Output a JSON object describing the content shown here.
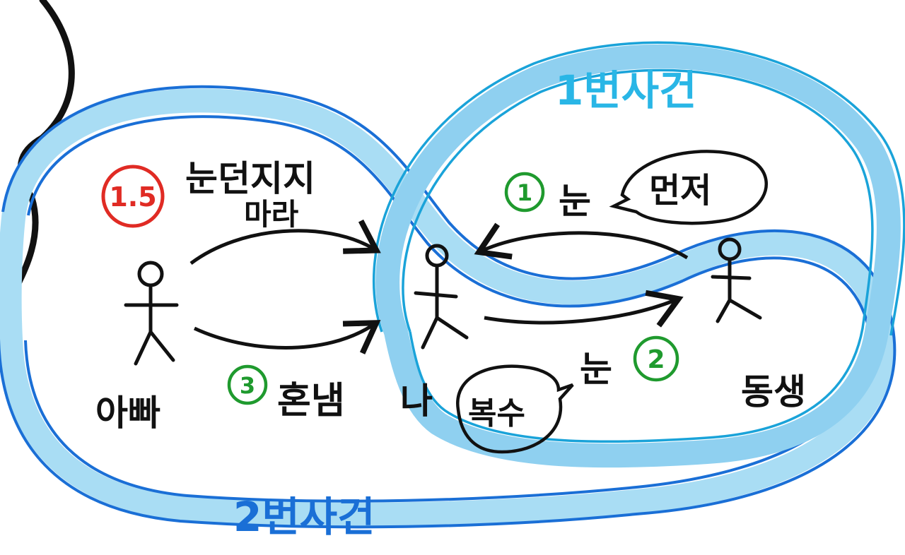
{
  "events": {
    "event1": {
      "label": "1번사건",
      "color": "#29b6e6"
    },
    "event2": {
      "label": "2번사건",
      "color": "#1a6fd6"
    }
  },
  "people": {
    "dad": {
      "label": "아빠"
    },
    "me": {
      "label": "나"
    },
    "sibling": {
      "label": "동생"
    }
  },
  "steps": {
    "step_1_5": {
      "number": "1.5",
      "text_line1": "눈던지지",
      "text_line2": "마라",
      "color": "#e02b24"
    },
    "step_1": {
      "number": "1",
      "text": "눈",
      "color": "#1f9a2e"
    },
    "step_2": {
      "number": "2",
      "text": "눈",
      "color": "#1f9a2e"
    },
    "step_3": {
      "number": "3",
      "text": "혼냄",
      "color": "#1f9a2e"
    }
  },
  "bubbles": {
    "first": {
      "text": "먼저"
    },
    "revenge": {
      "text": "복수"
    }
  },
  "colors": {
    "ink": "#111111",
    "band_fill": "#a9ddf4",
    "band_fill_2": "#8fd0f0"
  }
}
